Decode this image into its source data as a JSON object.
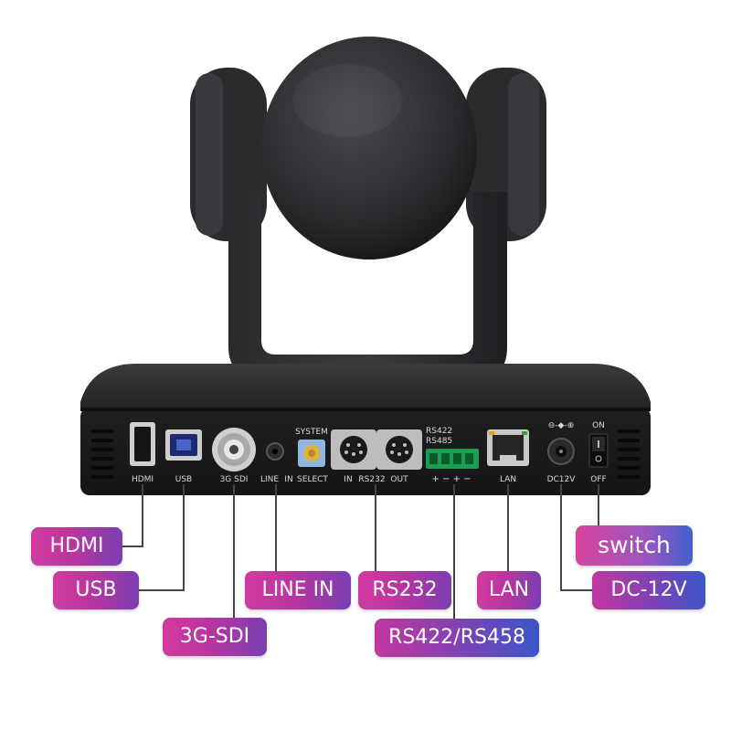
{
  "port_labels": {
    "hdmi": "HDMI",
    "usb": "USB",
    "sdi": "3G SDI",
    "line": "LINE",
    "in": "IN",
    "system": "SYSTEM",
    "select": "SELECT",
    "rs232_in": "IN",
    "rs232": "RS232",
    "rs232_out": "OUT",
    "rs422": "RS422",
    "rs485": "RS485",
    "polarity": "+ − + −",
    "lan": "LAN",
    "dc12v": "DC12V",
    "on": "ON",
    "off": "OFF",
    "dc_symbol": "⊖-◆-⊕"
  },
  "callouts": {
    "hdmi": "HDMI",
    "usb": "USB",
    "sdi": "3G-SDI",
    "line_in": "LINE IN",
    "rs232": "RS232",
    "rs422": "RS422/RS458",
    "lan": "LAN",
    "dc": "DC-12V",
    "switch": "switch"
  },
  "colors": {
    "body": "#1c1c1e",
    "accent_pink": "#c2379f",
    "accent_blue": "#3a56c8",
    "connector_line": "#444444"
  }
}
